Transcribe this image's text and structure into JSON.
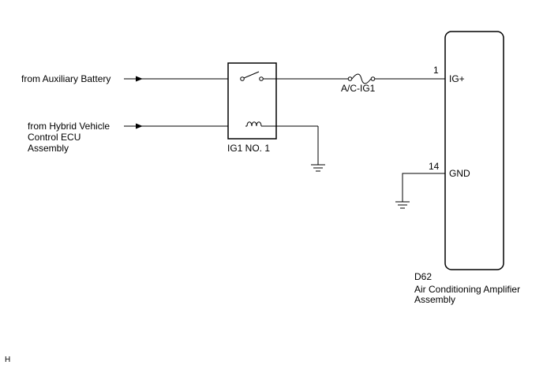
{
  "inputs": {
    "aux_battery": "from Auxiliary Battery",
    "hv_ecu_lines": [
      "from Hybrid Vehicle",
      "Control ECU",
      "Assembly"
    ]
  },
  "relay": {
    "label": "IG1 NO. 1"
  },
  "fuse": {
    "label": "A/C-IG1"
  },
  "amplifier": {
    "connector": "D62",
    "name_lines": [
      "Air Conditioning Amplifier",
      "Assembly"
    ],
    "pins": [
      {
        "number": "1",
        "name": "IG+"
      },
      {
        "number": "14",
        "name": "GND"
      }
    ]
  },
  "corner_mark": "H",
  "colors": {
    "line": "#000000",
    "background": "#ffffff"
  }
}
